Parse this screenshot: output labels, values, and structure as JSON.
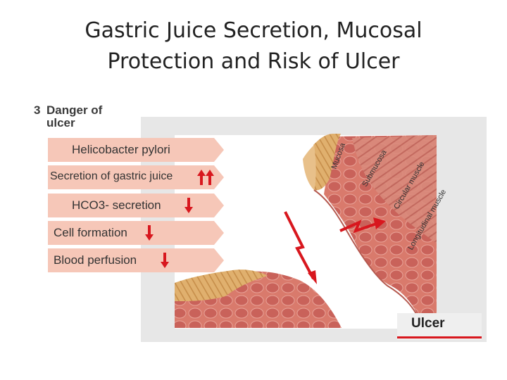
{
  "title": {
    "line1": "Gastric Juice Secretion, Mucosal",
    "line2": "Protection and Risk of Ulcer"
  },
  "section": {
    "number": "3",
    "line1": "Danger of",
    "line2": "ulcer"
  },
  "factors": [
    {
      "label": "Helicobacter pylori",
      "change": "none"
    },
    {
      "label": "Secretion of gastric juice",
      "change": "strong increase"
    },
    {
      "label": "HCO3- secretion",
      "change": "decrease"
    },
    {
      "label": "Cell formation",
      "change": "decrease"
    },
    {
      "label": "Blood perfusion",
      "change": "decrease"
    }
  ],
  "tissue_layers": {
    "mucosa": "Mucosa",
    "submucosa": "Submucosa",
    "circular": "Circular muscle",
    "longitudinal": "Longitudinal muscle"
  },
  "ulcer_label": "Ulcer",
  "colors": {
    "arrow_red": "#d8171e",
    "row_pink": "#f6c7b8",
    "muscle": "#d9786b",
    "mucosa": "#d9a36b"
  }
}
